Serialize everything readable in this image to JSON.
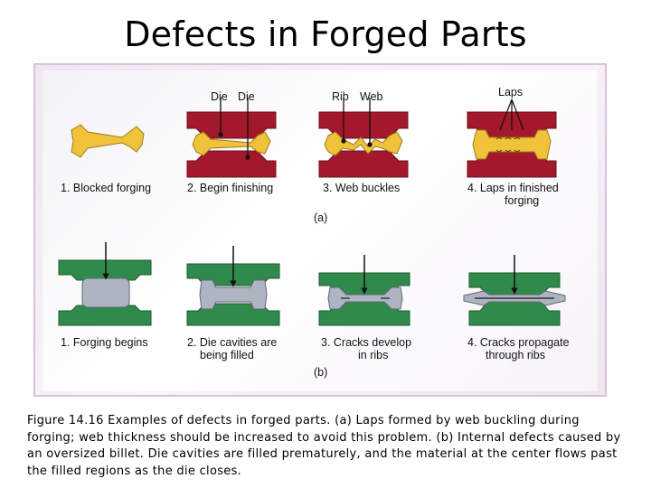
{
  "title": "Defects in Forged Parts",
  "figure": {
    "labels": {
      "die1": "Die",
      "die2": "Die",
      "rib": "Rib",
      "web": "Web",
      "laps": "Laps",
      "part_a": "(a)",
      "part_b": "(b)"
    },
    "row_a": [
      {
        "line1": "1. Blocked forging",
        "line2": ""
      },
      {
        "line1": "2. Begin finishing",
        "line2": ""
      },
      {
        "line1": "3. Web buckles",
        "line2": ""
      },
      {
        "line1": "4. Laps in finished",
        "line2": "forging"
      }
    ],
    "row_b": [
      {
        "line1": "1. Forging begins",
        "line2": ""
      },
      {
        "line1": "2. Die cavities are",
        "line2": "being filled"
      },
      {
        "line1": "3. Cracks develop",
        "line2": "in ribs"
      },
      {
        "line1": "4. Cracks propagate",
        "line2": "through ribs"
      }
    ]
  },
  "caption": "Figure 14.16 Examples of defects in forged parts. (a) Laps formed by web buckling during forging; web thickness should be increased to avoid this problem. (b) Internal defects caused by an oversized billet. Die cavities are filled prematurely, and the material at the center flows past the filled regions as the die closes.",
  "colors": {
    "die_red": "#a3182a",
    "die_green": "#2f8a4c",
    "metal_gold": "#efc23a",
    "metal_gray": "#aeb4c2"
  }
}
